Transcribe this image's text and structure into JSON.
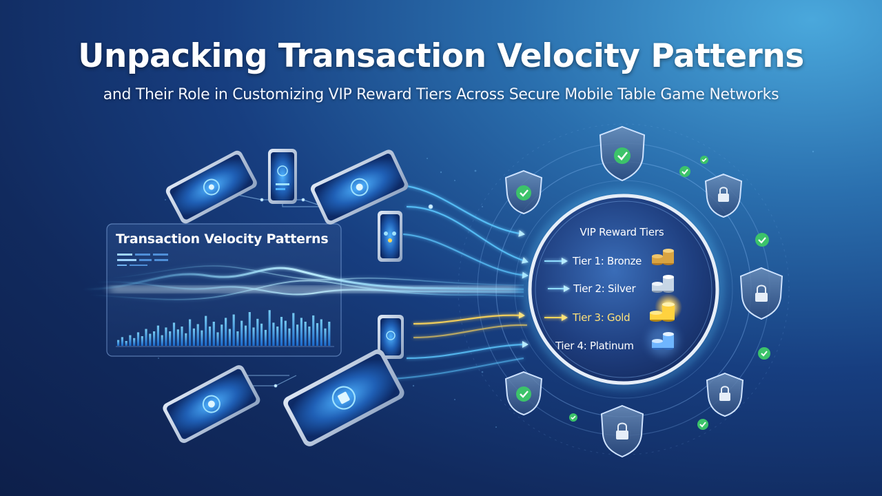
{
  "title": "Unpacking Transaction Velocity Patterns",
  "subtitle": "and Their Role in Customizing VIP Reward Tiers Across Secure Mobile Table Game Networks",
  "velocity_panel": {
    "title": "Transaction Velocity Patterns",
    "bar_levels": [
      0.12,
      0.18,
      0.1,
      0.22,
      0.16,
      0.28,
      0.2,
      0.35,
      0.25,
      0.3,
      0.42,
      0.22,
      0.38,
      0.3,
      0.48,
      0.34,
      0.4,
      0.26,
      0.55,
      0.36,
      0.45,
      0.32,
      0.62,
      0.4,
      0.5,
      0.28,
      0.44,
      0.58,
      0.35,
      0.65,
      0.3,
      0.52,
      0.42,
      0.7,
      0.38,
      0.56,
      0.46,
      0.33,
      0.74,
      0.48,
      0.4,
      0.6,
      0.52,
      0.36,
      0.68,
      0.44,
      0.58,
      0.5,
      0.4,
      0.63,
      0.47,
      0.55,
      0.36,
      0.5
    ]
  },
  "vip_tiers": {
    "title": "VIP Reward Tiers",
    "tiers": [
      {
        "label": "Tier 1: Bronze"
      },
      {
        "label": "Tier 2: Silver"
      },
      {
        "label": "Tier 3: Gold"
      },
      {
        "label": "Tier 4: Platinum"
      }
    ]
  },
  "colors": {
    "flow_blue": "#5cc8ff",
    "flow_gold": "#ffd75a",
    "check_green": "#3cc36a",
    "bronze": "#d9a441",
    "silver": "#c7d6e6",
    "gold": "#ffd23f",
    "platinum": "#6fb6ff"
  },
  "icons": [
    "smartphone-icon",
    "shield-check-icon",
    "shield-lock-icon",
    "check-circle-icon",
    "coin-stack-icon",
    "arrow-right-icon"
  ]
}
